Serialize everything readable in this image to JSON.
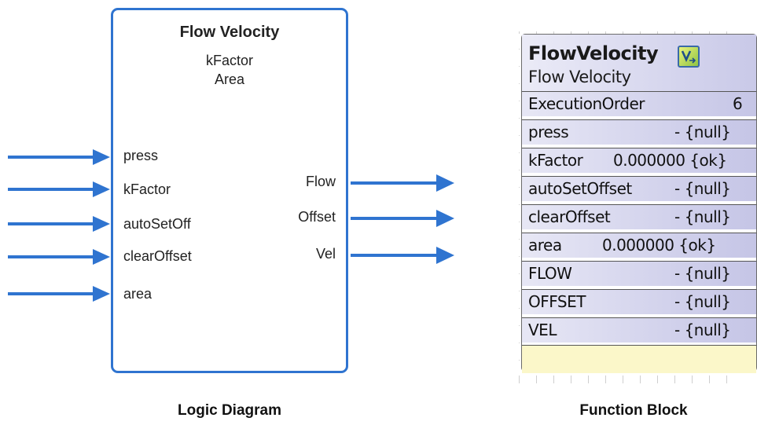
{
  "logic": {
    "title": "Flow Velocity",
    "params": [
      "kFactor",
      "Area"
    ],
    "inputs": [
      "press",
      "kFactor",
      "autoSetOff",
      "clearOffset",
      "area"
    ],
    "outputs": [
      "Flow",
      "Offset",
      "Vel"
    ],
    "caption": "Logic Diagram"
  },
  "function_block": {
    "name": "FlowVelocity",
    "type": "Flow Velocity",
    "icon": "function-block-icon",
    "rows": [
      {
        "name": "ExecutionOrder",
        "value": "6"
      },
      {
        "name": "press",
        "value": "- {null}"
      },
      {
        "name": "kFactor",
        "value": "0.000000 {ok}"
      },
      {
        "name": "autoSetOffset",
        "value": "- {null}"
      },
      {
        "name": "clearOffset",
        "value": "- {null}"
      },
      {
        "name": "area",
        "value": "0.000000 {ok}"
      },
      {
        "name": "FLOW",
        "value": "- {null}"
      },
      {
        "name": "OFFSET",
        "value": "- {null}"
      },
      {
        "name": "VEL",
        "value": "- {null}"
      }
    ],
    "caption": "Function Block"
  },
  "colors": {
    "arrow": "#2f74d0",
    "box_border": "#2f74d0",
    "fb_header_start": "#ebebf7",
    "fb_header_end": "#c9c9e8",
    "fb_footer": "#fbf7c9"
  }
}
